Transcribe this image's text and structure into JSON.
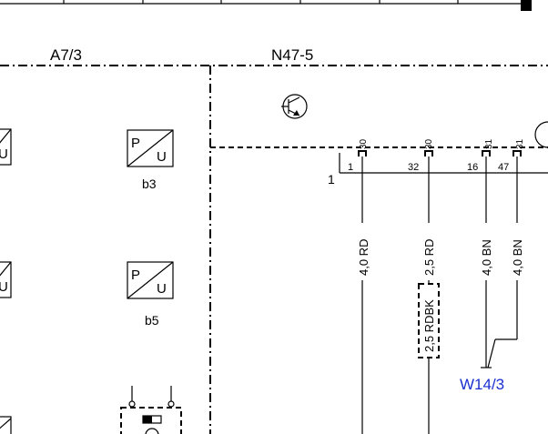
{
  "modules": {
    "left_title": "A7/3",
    "right_title": "N47-5"
  },
  "sensors": {
    "b3": {
      "p": "P",
      "u": "U",
      "label": "b3"
    },
    "b5": {
      "p": "P",
      "u": "U",
      "label": "b5"
    },
    "left_partial_u": "U"
  },
  "connector": {
    "pins": [
      "30",
      "30",
      "31",
      "31"
    ],
    "numbers": [
      "1",
      "32",
      "16",
      "47"
    ],
    "side_label": "1"
  },
  "wires": [
    {
      "label": "4,0 RD"
    },
    {
      "label": "2,5 RD"
    },
    {
      "label": "2,5 RDBK"
    },
    {
      "label": "4,0 BN"
    },
    {
      "label": "4,0 BN"
    }
  ],
  "ground": {
    "label": "W14/3",
    "color": "#1b2fd0"
  }
}
